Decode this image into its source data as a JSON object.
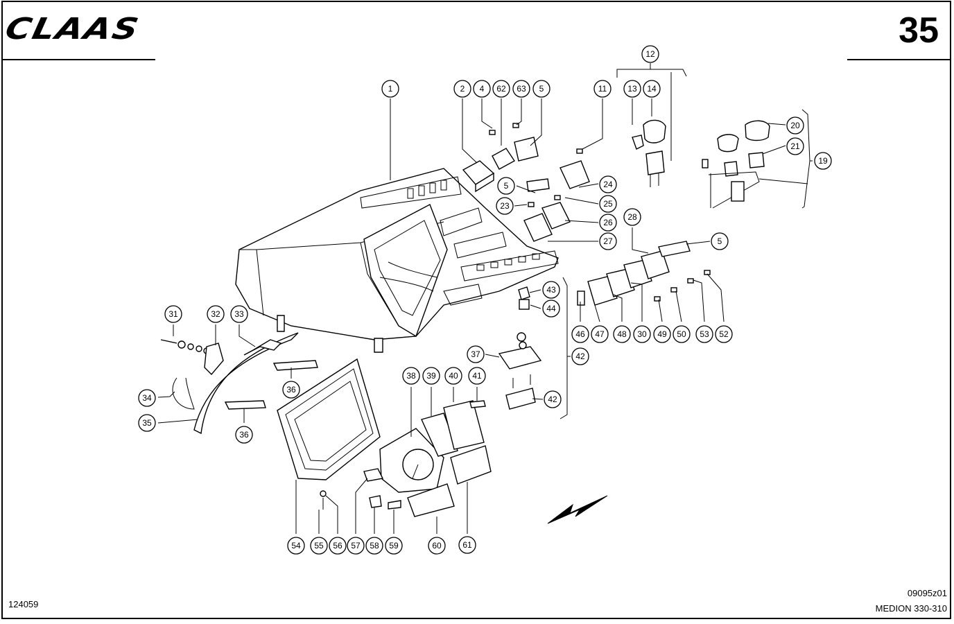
{
  "header": {
    "brand": "CLAAS",
    "page_number": "35"
  },
  "footer": {
    "drawing_number": "124059",
    "diagram_code": "09095z01",
    "model": "MEDION 330-310"
  },
  "callouts": {
    "c1": "1",
    "c2": "2",
    "c4": "4",
    "c62": "62",
    "c63": "63",
    "c5a": "5",
    "c11": "11",
    "c12": "12",
    "c13": "13",
    "c14": "14",
    "c20": "20",
    "c21": "21",
    "c19": "19",
    "c5b": "5",
    "c24": "24",
    "c23": "23",
    "c25": "25",
    "c26": "26",
    "c27": "27",
    "c28": "28",
    "c5c": "5",
    "c43": "43",
    "c44": "44",
    "c46": "46",
    "c47": "47",
    "c48": "48",
    "c30": "30",
    "c49": "49",
    "c50": "50",
    "c53": "53",
    "c52": "52",
    "c42a": "42",
    "c31": "31",
    "c32": "32",
    "c33": "33",
    "c36a": "36",
    "c34": "34",
    "c35": "35",
    "c36b": "36",
    "c37": "37",
    "c38": "38",
    "c39": "39",
    "c40": "40",
    "c41": "41",
    "c42b": "42",
    "c54": "54",
    "c55": "55",
    "c56": "56",
    "c57": "57",
    "c58": "58",
    "c59": "59",
    "c60": "60",
    "c61": "61"
  }
}
